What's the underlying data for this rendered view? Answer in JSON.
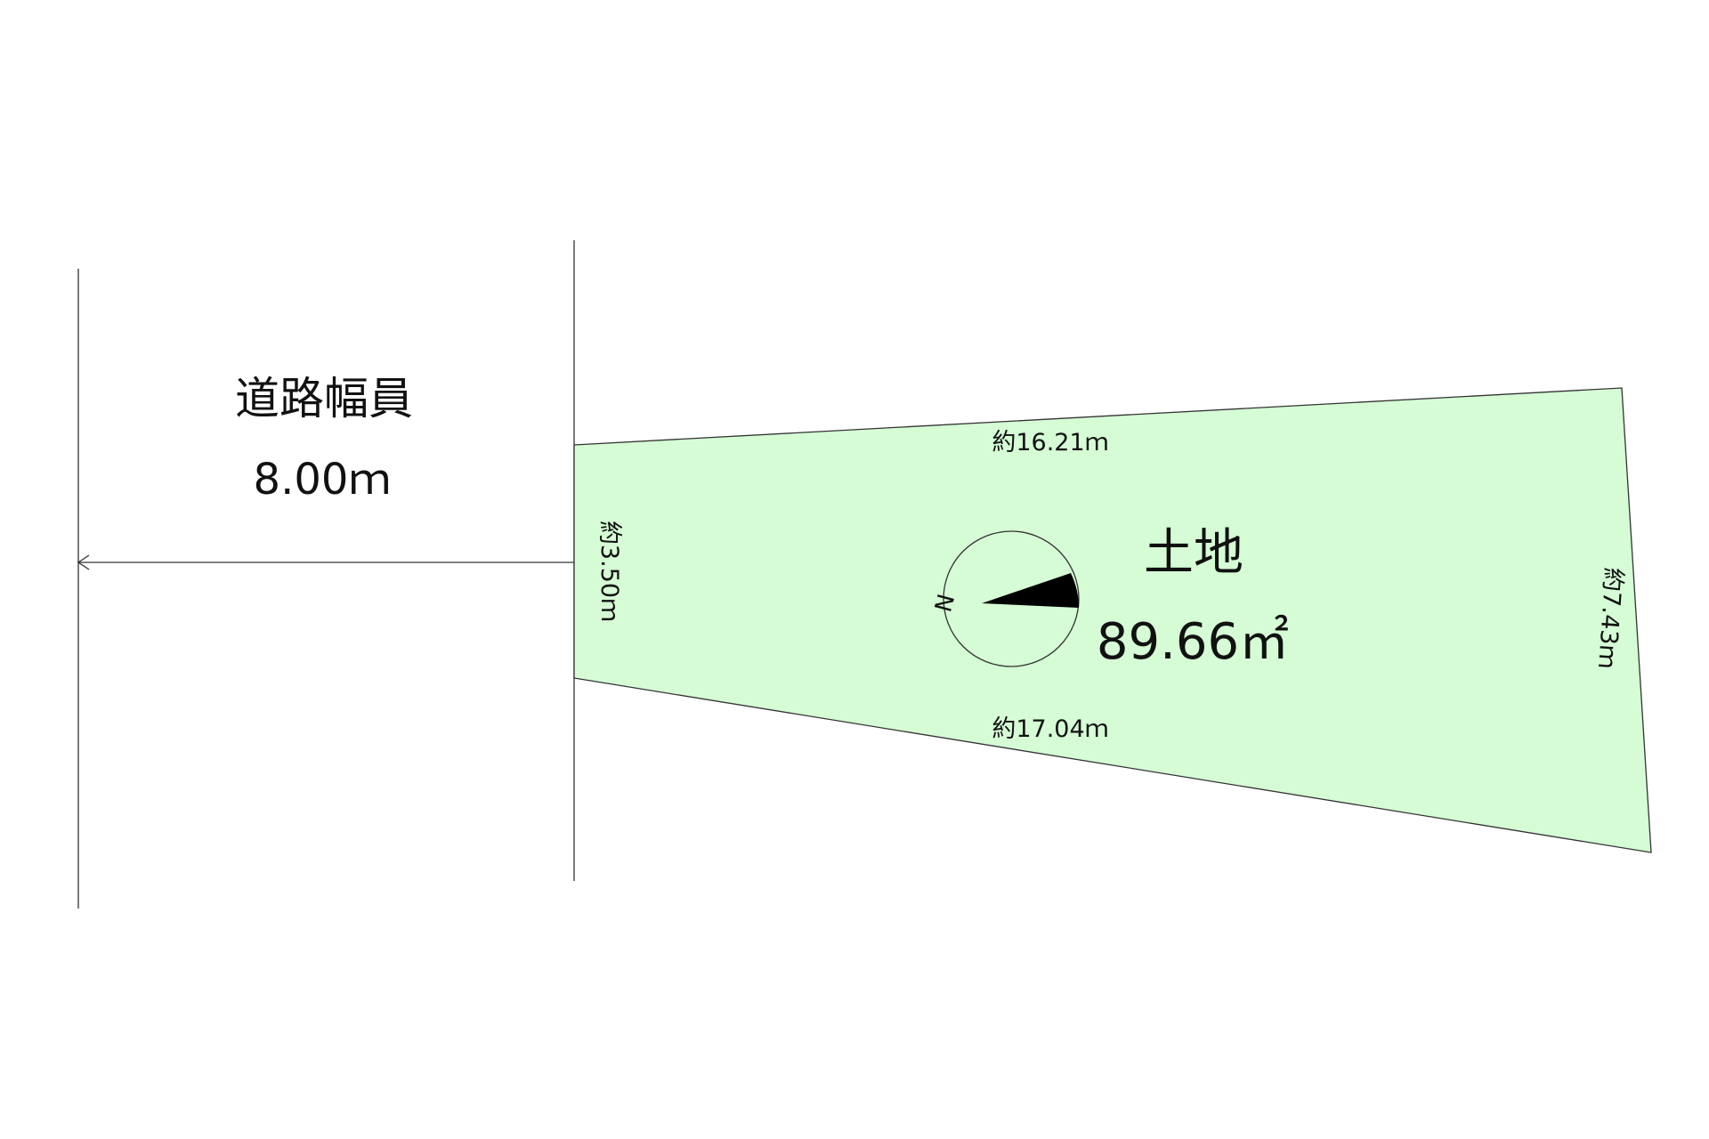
{
  "road": {
    "title": "道路幅員",
    "width": "8.00ｍ"
  },
  "lot": {
    "title": "土地",
    "area": "89.66㎡",
    "fill_color": "#d5fcd5",
    "edges": {
      "top": "約16.21ｍ",
      "left": "約3.50ｍ",
      "bottom": "約17.04ｍ",
      "right": "約7.43ｍ"
    }
  },
  "compass": {
    "direction_label": "N",
    "icon": "north-arrow-icon"
  }
}
